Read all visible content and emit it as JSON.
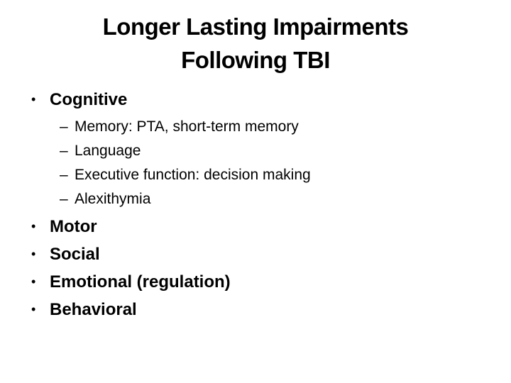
{
  "title": {
    "line1": "Longer Lasting Impairments",
    "line2": "Following TBI"
  },
  "markers": {
    "level1": "•",
    "level2": "–"
  },
  "bullets": [
    {
      "level": 1,
      "label": "Cognitive"
    },
    {
      "level": 2,
      "label": "Memory: PTA, short-term memory"
    },
    {
      "level": 2,
      "label": "Language"
    },
    {
      "level": 2,
      "label": "Executive function: decision making"
    },
    {
      "level": 2,
      "label": "Alexithymia"
    },
    {
      "level": 1,
      "label": "Motor"
    },
    {
      "level": 1,
      "label": "Social"
    },
    {
      "level": 1,
      "label": "Emotional (regulation)"
    },
    {
      "level": 1,
      "label": "Behavioral"
    }
  ],
  "colors": {
    "background": "#ffffff",
    "text": "#000000"
  }
}
